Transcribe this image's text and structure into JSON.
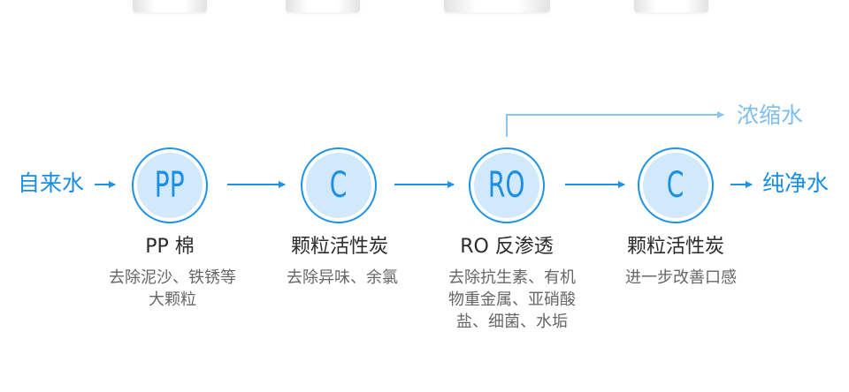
{
  "input_label": "自来水",
  "output_label": "纯净水",
  "concentrate_label": "浓缩水",
  "colors": {
    "accent": "#1f93e6",
    "circle_fill": "#d2e9fb",
    "connector": "#8cc5ef"
  },
  "stages": [
    {
      "code": "PP",
      "name": "PP 棉",
      "desc": [
        "去除泥沙、铁锈等",
        "大颗粒"
      ]
    },
    {
      "code": "C",
      "name": "颗粒活性炭",
      "desc": [
        "去除异味、余氯"
      ]
    },
    {
      "code": "RO",
      "name": "RO 反渗透",
      "desc": [
        "去除抗生素、有机",
        "物重金属、亚硝酸",
        "盐、细菌、水垢"
      ]
    },
    {
      "code": "C",
      "name": "颗粒活性炭",
      "desc": [
        "进一步改善口感"
      ]
    }
  ]
}
